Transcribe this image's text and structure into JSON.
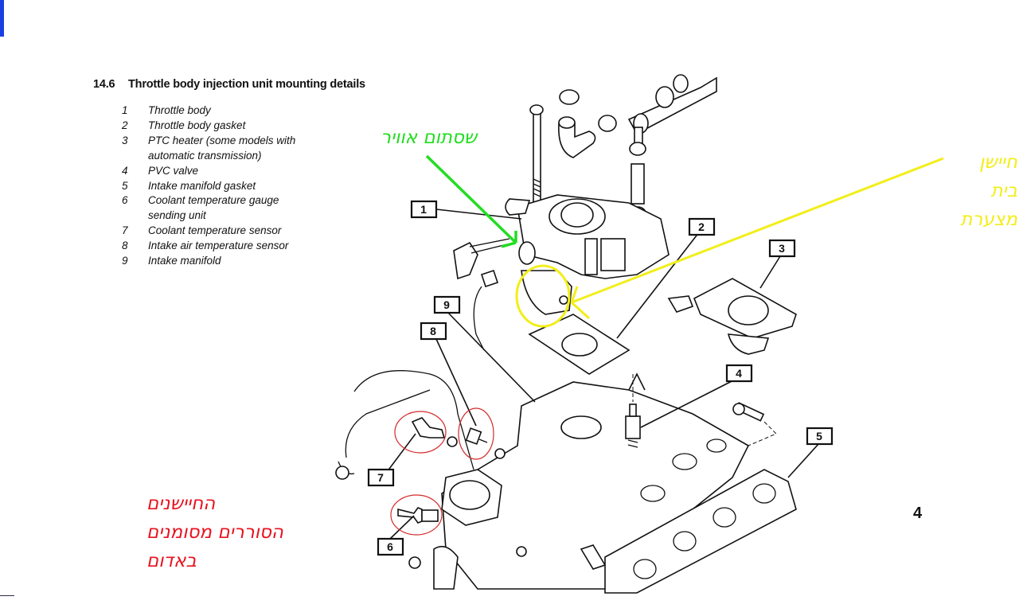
{
  "figure": {
    "number": "14.6",
    "title": "Throttle body injection unit mounting details",
    "page_marker": "4"
  },
  "legend": [
    {
      "num": "1",
      "label": "Throttle body"
    },
    {
      "num": "2",
      "label": "Throttle body gasket"
    },
    {
      "num": "3",
      "label": "PTC heater (some models with",
      "label_cont": "automatic transmission)"
    },
    {
      "num": "4",
      "label": "PVC valve"
    },
    {
      "num": "5",
      "label": "Intake manifold gasket"
    },
    {
      "num": "6",
      "label": "Coolant temperature gauge",
      "label_cont": "sending unit"
    },
    {
      "num": "7",
      "label": "Coolant temperature sensor"
    },
    {
      "num": "8",
      "label": "Intake air temperature sensor"
    },
    {
      "num": "9",
      "label": "Intake manifold"
    }
  ],
  "callouts": [
    "1",
    "2",
    "3",
    "4",
    "5",
    "6",
    "7",
    "8",
    "9"
  ],
  "annotations": {
    "green": {
      "text": "שסתום אוויר",
      "color": "#22dd22"
    },
    "yellow": {
      "lines": [
        "חיישן",
        "בית",
        "מצערת"
      ],
      "color": "#f2ee1a"
    },
    "red": {
      "lines": [
        "החיישנים",
        "הסוררים מסומנים",
        "באדום"
      ],
      "color": "#e8131f"
    }
  }
}
